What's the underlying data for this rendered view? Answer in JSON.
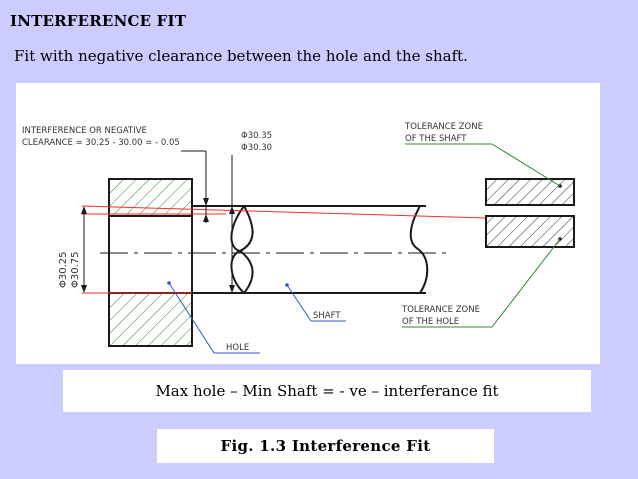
{
  "slide": {
    "title": "INTERFERENCE FIT",
    "subtitle": "Fit with negative clearance between the hole and the shaft."
  },
  "diagram": {
    "label_interference_1": "INTERFERENCE OR NEGATIVE",
    "label_interference_2": "CLEARANCE = 30.25 - 30.00 = - 0.05",
    "shaft_dim_1": "Φ30.35",
    "shaft_dim_2": "Φ30.30",
    "tol_shaft_1": "TOLERANCE ZONE",
    "tol_shaft_2": "OF THE SHAFT",
    "tol_hole_1": "TOLERANCE ZONE",
    "tol_hole_2": "OF THE HOLE",
    "shaft_label": "SHAFT",
    "hole_label": "HOLE",
    "hole_dim_1": "Φ30.25",
    "hole_dim_2": "Φ30.75",
    "colors": {
      "line": "#1a1a1a",
      "hatch": "#2e8b2e",
      "red": "#ff2a2a",
      "label": "#333333",
      "leader_blue": "#3355cc",
      "leader_green": "#2e8b2e"
    }
  },
  "caption": "Max hole – Min Shaft = - ve – interferance fit",
  "figure_caption": "Fig. 1.3 Interference Fit"
}
